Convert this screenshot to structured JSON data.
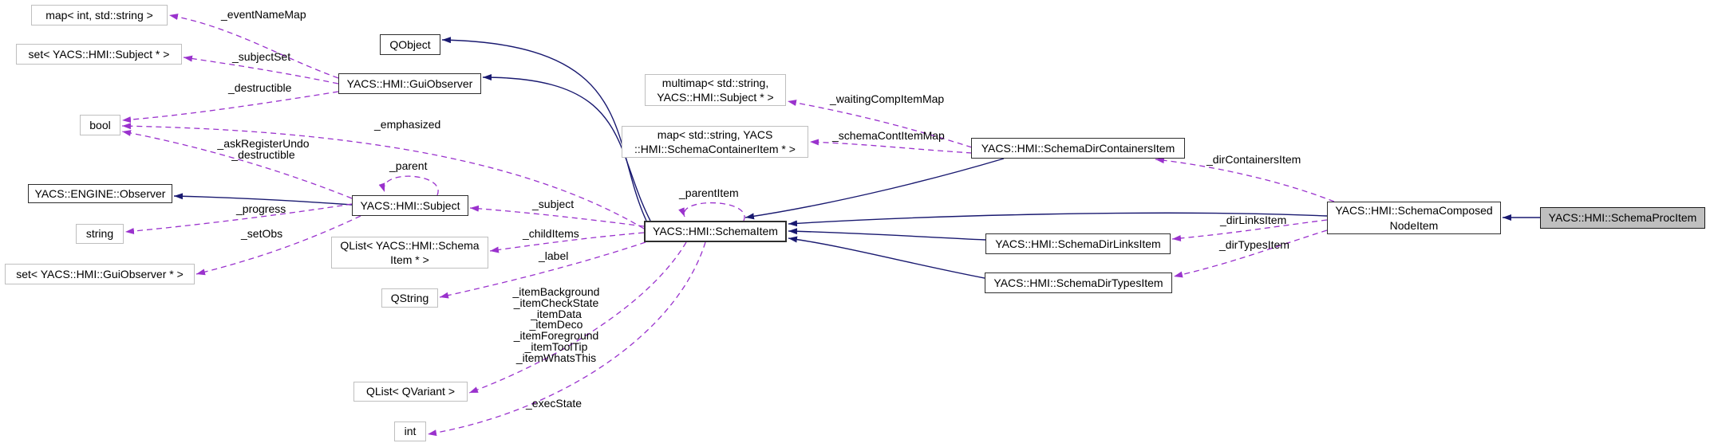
{
  "diagram": {
    "title": "YACS::HMI::SchemaProcItem collaboration graph",
    "colors": {
      "inheritance_edge": "#191970",
      "usage_edge": "#9a32cd",
      "class_border": "#2e2e2e",
      "external_border": "#bfbfbf",
      "highlight_fill": "#bfbfbf",
      "background": "#ffffff"
    },
    "nodes": {
      "map_int_string": {
        "label": "map< int, std::string >"
      },
      "set_subject": {
        "label": "set< YACS::HMI::Subject * >"
      },
      "bool": {
        "label": "bool"
      },
      "engine_observer": {
        "label": "YACS::ENGINE::Observer"
      },
      "string": {
        "label": "string"
      },
      "set_guiobserver": {
        "label": "set< YACS::HMI::GuiObserver * >"
      },
      "qobject": {
        "label": "QObject"
      },
      "guiobserver": {
        "label": "YACS::HMI::GuiObserver"
      },
      "subject": {
        "label": "YACS::HMI::Subject"
      },
      "qlist_schemaitem": {
        "line1": "QList< YACS::HMI::Schema",
        "line2": "Item * >"
      },
      "qstring": {
        "label": "QString"
      },
      "qlist_qvariant": {
        "label": "QList< QVariant >"
      },
      "int": {
        "label": "int"
      },
      "multimap_subject": {
        "line1": "multimap< std::string,",
        "line2": "YACS::HMI::Subject * >"
      },
      "map_container": {
        "line1": "map< std::string, YACS",
        "line2": "::HMI::SchemaContainerItem * >"
      },
      "schemaitem": {
        "label": "YACS::HMI::SchemaItem"
      },
      "dircontainers": {
        "label": "YACS::HMI::SchemaDirContainersItem"
      },
      "dirlinks": {
        "label": "YACS::HMI::SchemaDirLinksItem"
      },
      "dirtypes": {
        "label": "YACS::HMI::SchemaDirTypesItem"
      },
      "composednode": {
        "line1": "YACS::HMI::SchemaComposed",
        "line2": "NodeItem"
      },
      "procitem": {
        "label": "YACS::HMI::SchemaProcItem"
      }
    },
    "edge_labels": {
      "eventNameMap": "_eventNameMap",
      "subjectSet": "_subjectSet",
      "destructible": "_destructible",
      "askRegisterUndo_line1": "_askRegisterUndo",
      "askRegisterUndo_line2": "_destructible",
      "emphasized": "_emphasized",
      "parent": "_parent",
      "progress": "_progress",
      "setObs": "_setObs",
      "subject": "_subject",
      "childItems": "_childItems",
      "label": "_label",
      "item_members": [
        "_itemBackground",
        "_itemCheckState",
        "_itemData",
        "_itemDeco",
        "_itemForeground",
        "_itemToolTip",
        "_itemWhatsThis"
      ],
      "execState": "_execState",
      "parentItem": "_parentItem",
      "waitingCompItemMap": "_waitingCompItemMap",
      "schemaContItemMap": "_schemaContItemMap",
      "dirContainersItem": "_dirContainersItem",
      "dirLinksItem": "_dirLinksItem",
      "dirTypesItem": "_dirTypesItem"
    }
  }
}
